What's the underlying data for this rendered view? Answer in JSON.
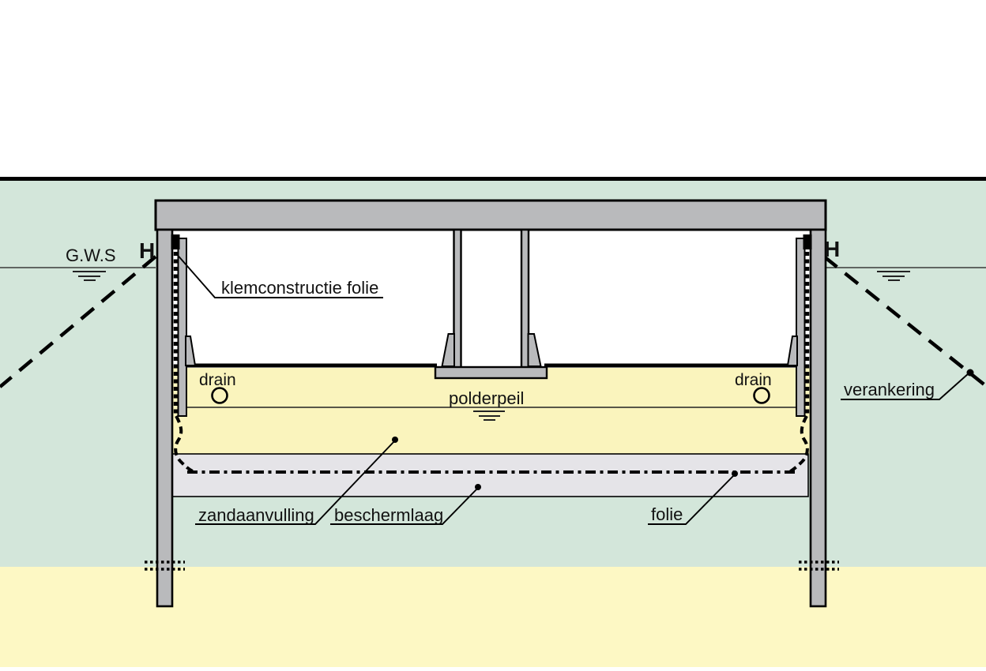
{
  "labels": {
    "gws": "G.W.S",
    "anchor_head_left": "H",
    "anchor_head_right": "H",
    "klemconstructie": "klemconstructie folie",
    "drain_left": "drain",
    "drain_right": "drain",
    "polderpeil": "polderpeil",
    "verankering": "verankering",
    "zandaanvulling": "zandaanvulling",
    "beschermlaag": "beschermlaag",
    "folie": "folie"
  },
  "colors": {
    "soil_green": "#d3e6da",
    "sand_fill": "#faf4bd",
    "deep_sand": "#fdf8c4",
    "structure_gray": "#b9babc",
    "protection_gray": "#e5e4e8",
    "interior_white": "#ffffff",
    "outline_black": "#000000",
    "water_line": "#3a3a3a"
  }
}
